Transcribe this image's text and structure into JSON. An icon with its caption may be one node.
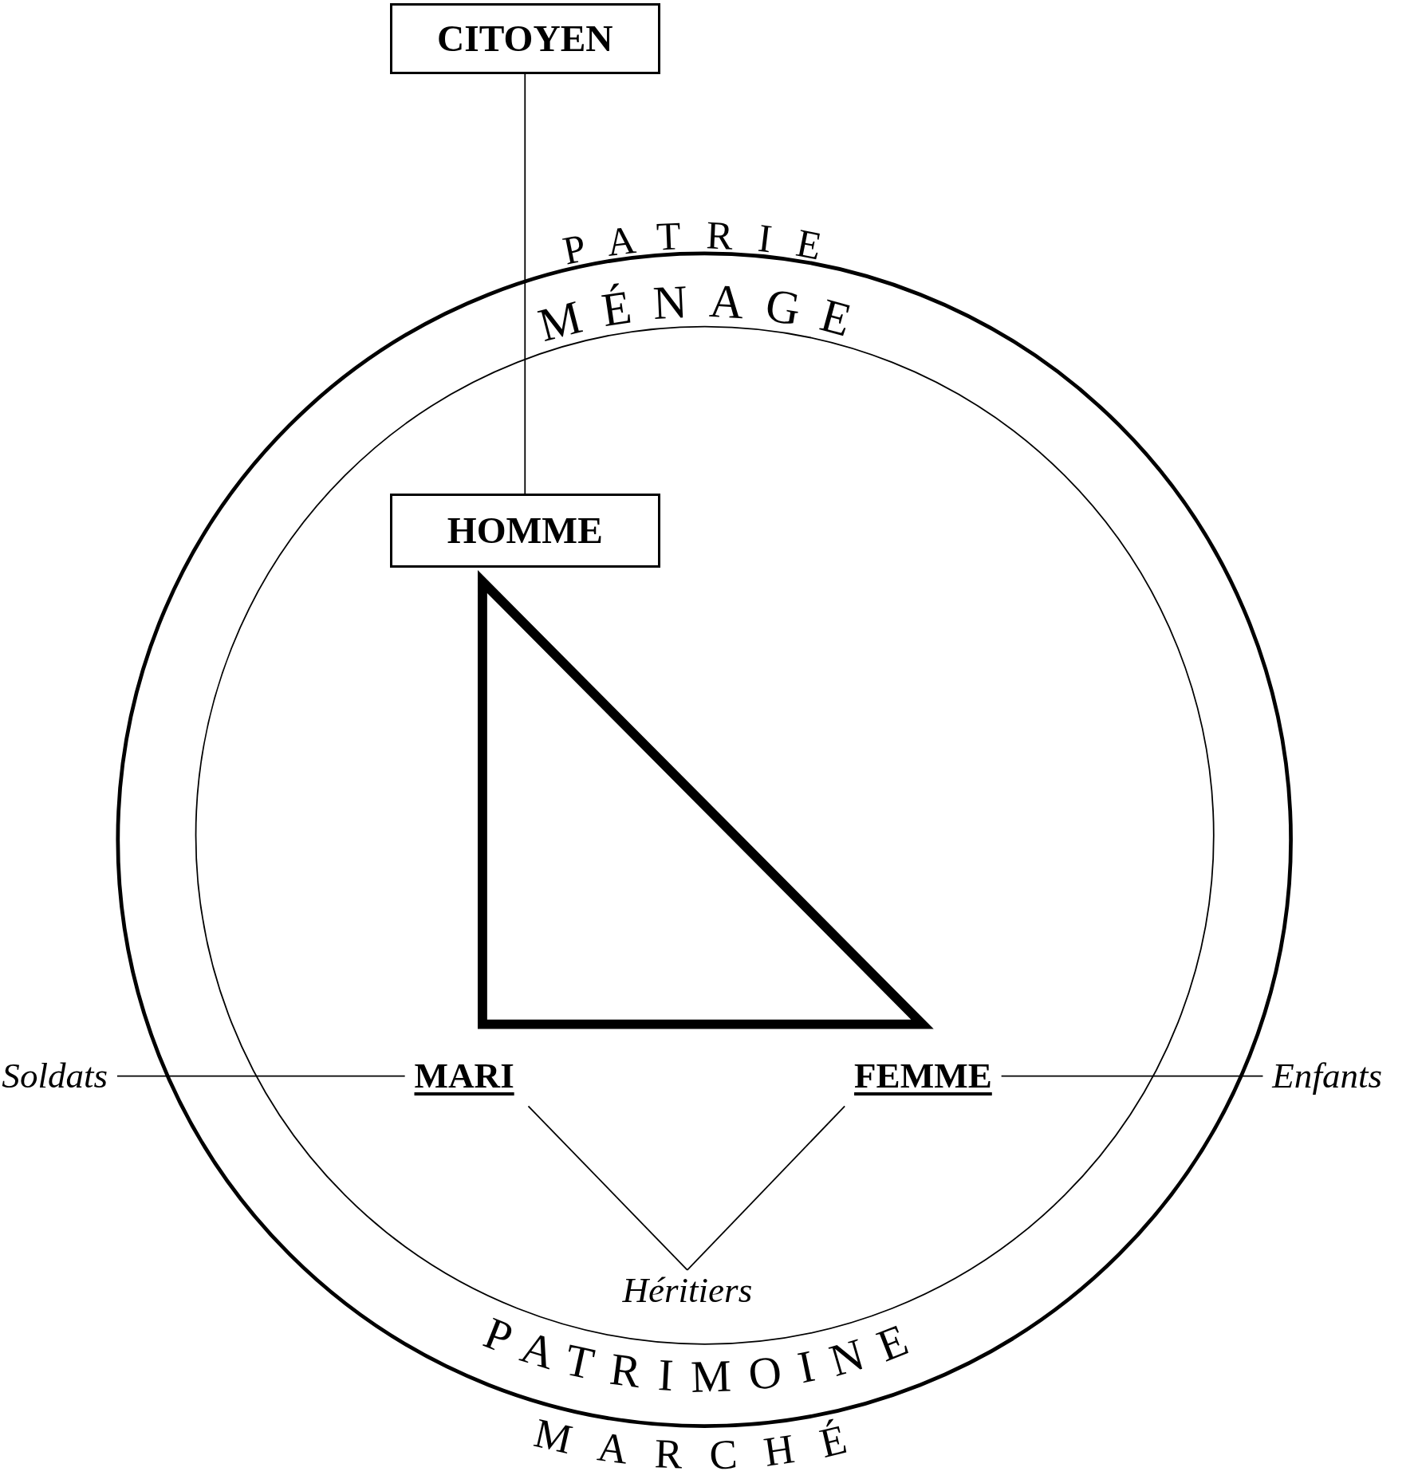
{
  "diagram": {
    "nodes": [
      {
        "text": [
          "CITOYEN"
        ]
      },
      {
        "text": [
          "PATRIE",
          "MARCHÉ"
        ]
      },
      {
        "text": [
          "MÉNAGE",
          "PATRIMOINE"
        ],
        "in": 1
      },
      {
        "text": [
          "HOMME"
        ],
        "in": 2
      },
      {
        "text": [
          "Soldats"
        ]
      },
      {
        "text": [
          "MARI"
        ],
        "in": 2
      },
      {
        "text": [
          "FEMME"
        ],
        "in": 2
      },
      {
        "text": [
          "Enfants"
        ]
      },
      {
        "text": [
          "Héritiers"
        ],
        "in": 2
      }
    ],
    "edges": [
      {
        "from": 0,
        "to": 3,
        "arrow": "none"
      },
      {
        "from": 4,
        "to": 5,
        "arrow": "none"
      },
      {
        "from": 6,
        "to": 7,
        "arrow": "none"
      },
      {
        "from": 5,
        "to": 8,
        "arrow": "none"
      },
      {
        "from": 6,
        "to": 8,
        "arrow": "none"
      }
    ]
  }
}
